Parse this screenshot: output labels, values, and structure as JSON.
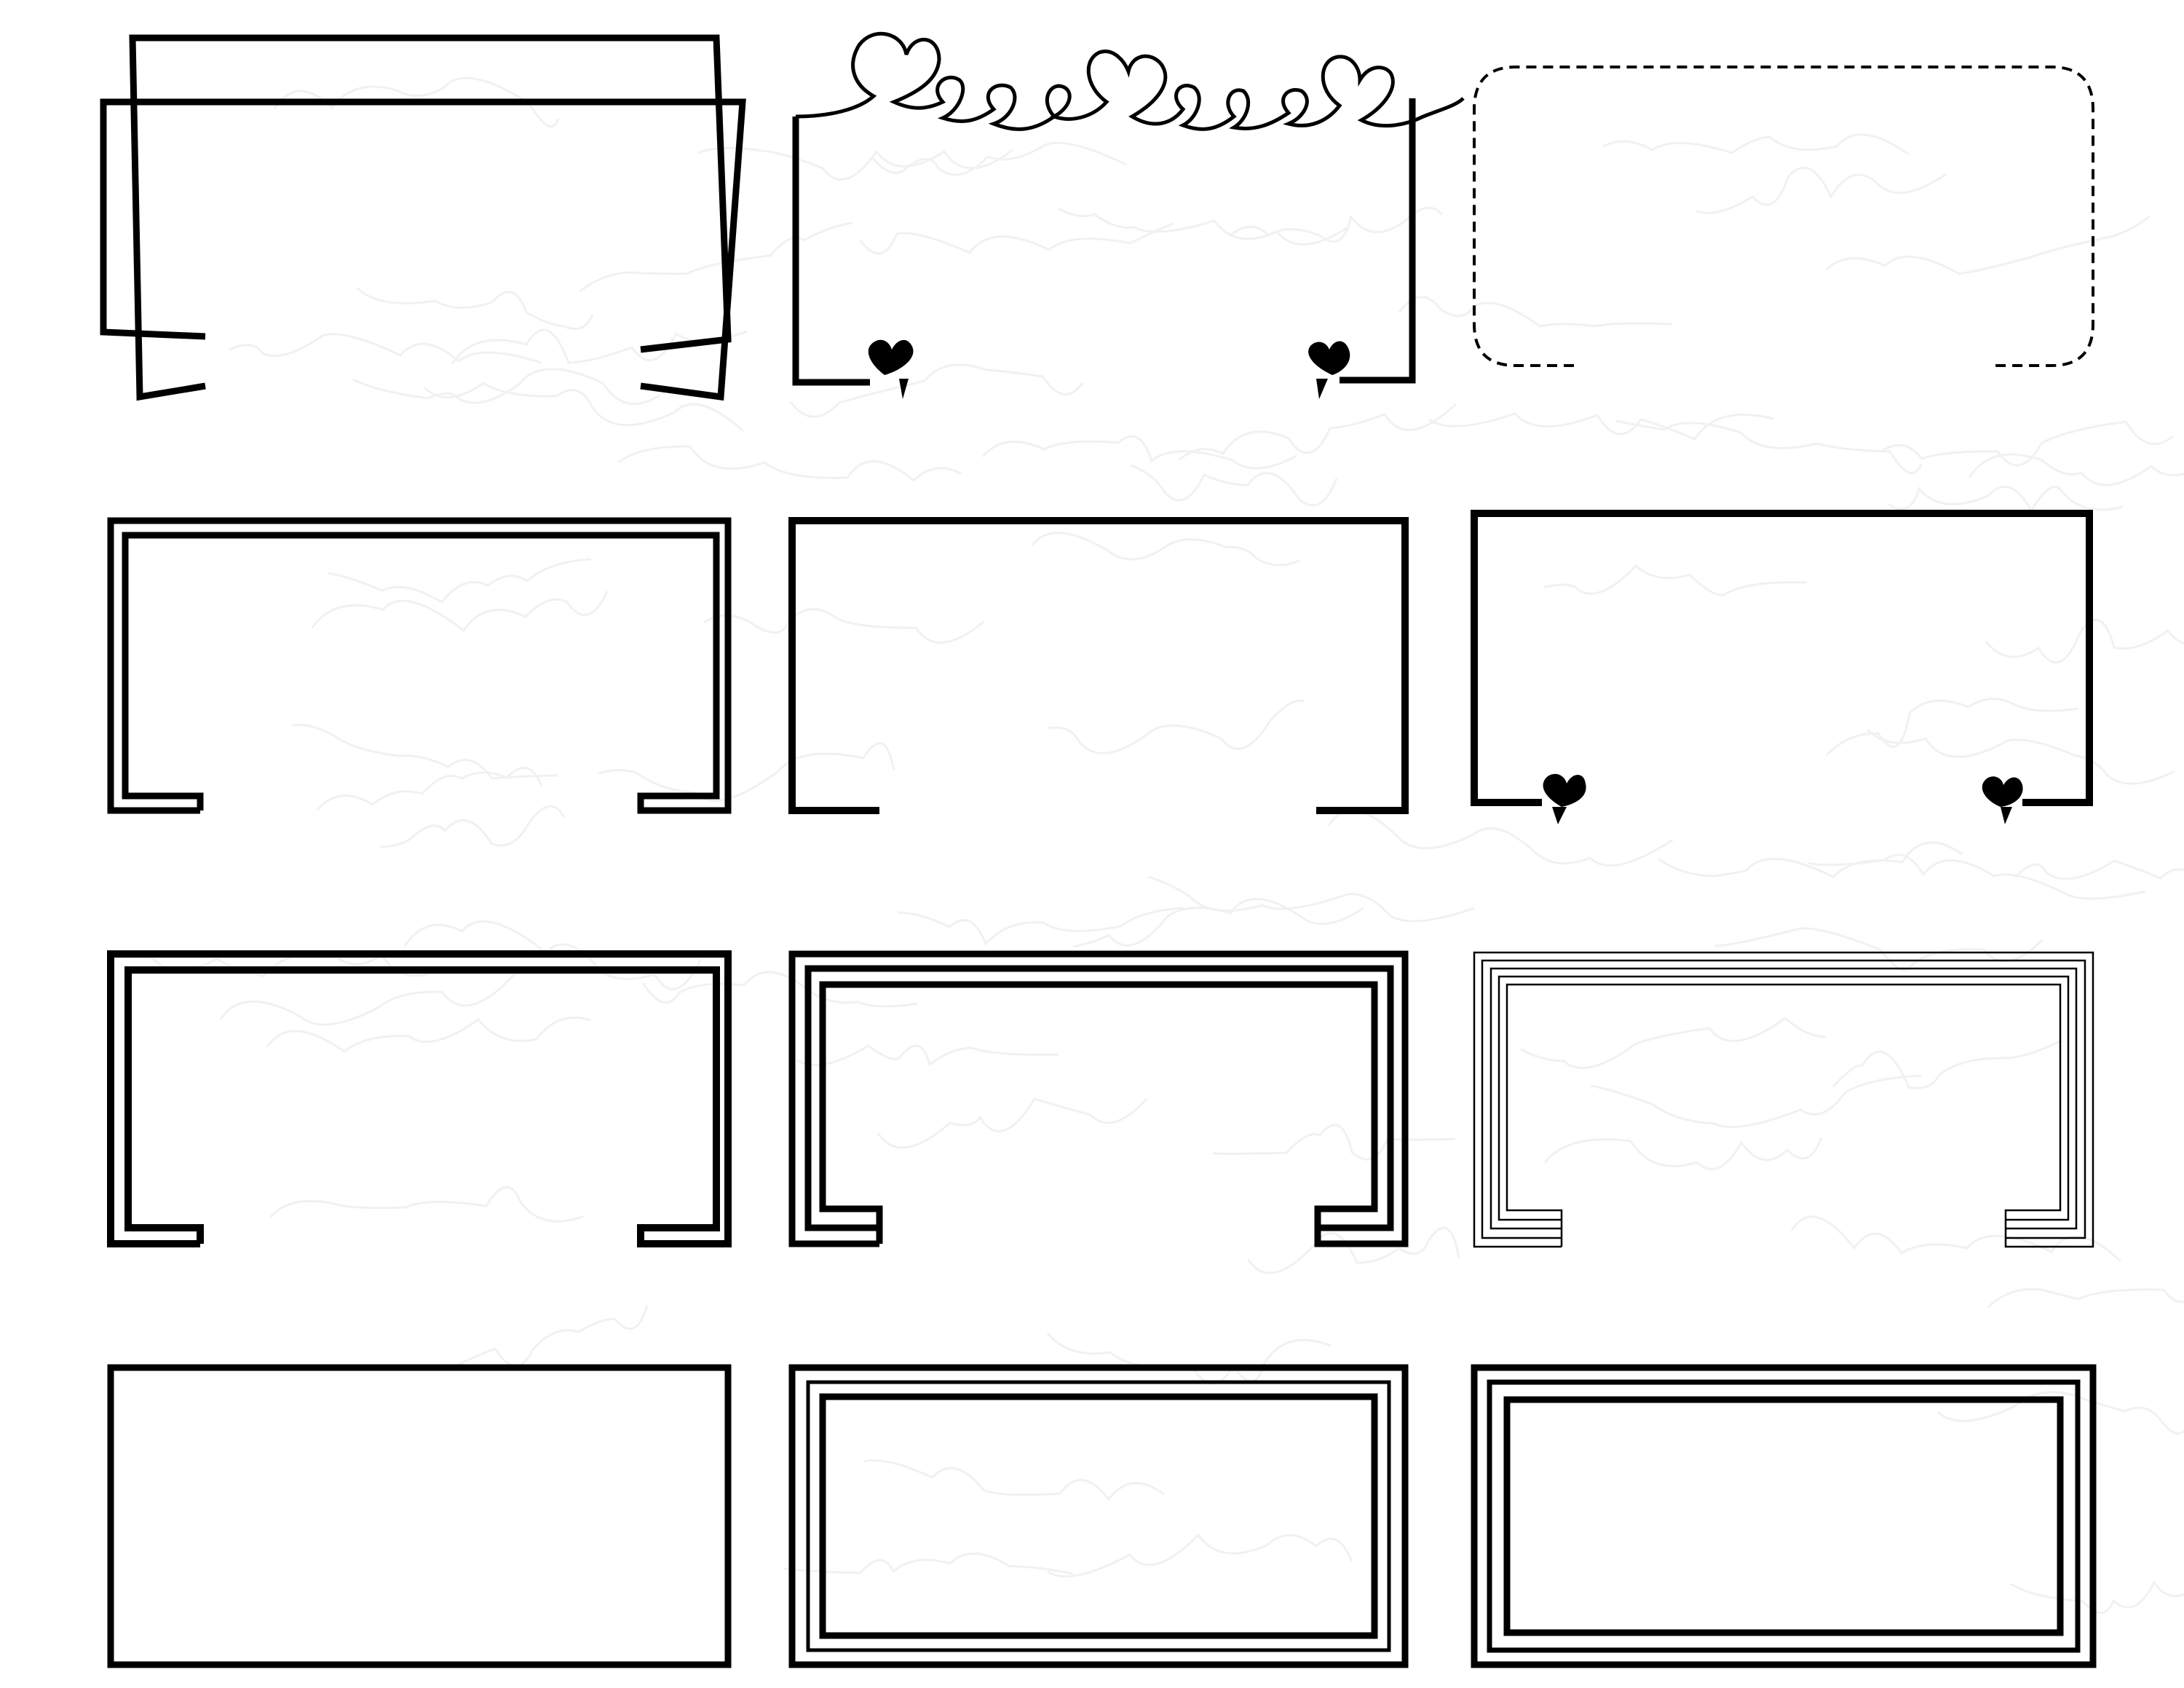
{
  "sheet": {
    "background_color": "#ffffff",
    "ink_color": "#000000",
    "watermark_color": "#f1f1f1"
  },
  "frames": [
    {
      "id": "frame-crossed-tilted",
      "row": 1,
      "col": 1,
      "style": "two overlapping tilted rectangles, open at bottom centre"
    },
    {
      "id": "frame-heart-loops",
      "row": 1,
      "col": 2,
      "style": "looped heart ribbon top edge, hearts at bottom ends"
    },
    {
      "id": "frame-dashed-rounded",
      "row": 1,
      "col": 3,
      "style": "thin dashed rounded rectangle, open at bottom centre"
    },
    {
      "id": "frame-double-open-hooks",
      "row": 2,
      "col": 1,
      "style": "double line, hooked open bottom"
    },
    {
      "id": "frame-single-open",
      "row": 2,
      "col": 2,
      "style": "single line, open at bottom centre"
    },
    {
      "id": "frame-single-hearts",
      "row": 2,
      "col": 3,
      "style": "single line with hearts at bottom ends"
    },
    {
      "id": "frame-double-thick-hooks",
      "row": 3,
      "col": 1,
      "style": "double thick line, hooked open bottom"
    },
    {
      "id": "frame-triple-hooks",
      "row": 3,
      "col": 2,
      "style": "triple line, hooked open bottom"
    },
    {
      "id": "frame-multi-fine-hooks",
      "row": 3,
      "col": 3,
      "style": "five fine lines, hooked open bottom"
    },
    {
      "id": "frame-single-closed",
      "row": 4,
      "col": 1,
      "style": "single closed rectangle"
    },
    {
      "id": "frame-double-closed",
      "row": 4,
      "col": 2,
      "style": "double closed rectangle"
    },
    {
      "id": "frame-triple-closed",
      "row": 4,
      "col": 3,
      "style": "triple closed rectangle"
    }
  ]
}
